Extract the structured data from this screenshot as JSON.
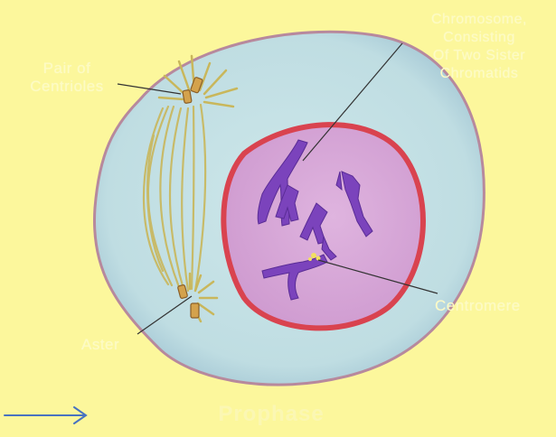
{
  "labels": {
    "chromosome": [
      "Chromosome,",
      "Consisting",
      "Of Two Sister",
      "Chromatids"
    ],
    "centrioles": [
      "Pair of",
      "Centrioles"
    ],
    "centromere": "Centromere",
    "aster": "Aster",
    "title": "Prophase"
  },
  "colors": {
    "background": "#fcf79c",
    "cytoplasm": "#c4e1e4",
    "cell_membrane": "#b7899d",
    "nucleus": "#d8a7d8",
    "nuclear_envelope": "#d9434f",
    "chromosome": "#7b43bc",
    "spindle_fibers": "#c9b75b",
    "label_text": "#fdfbc4",
    "arrow": "#4873c0"
  },
  "icons": {
    "nav": "arrow-right-icon"
  }
}
